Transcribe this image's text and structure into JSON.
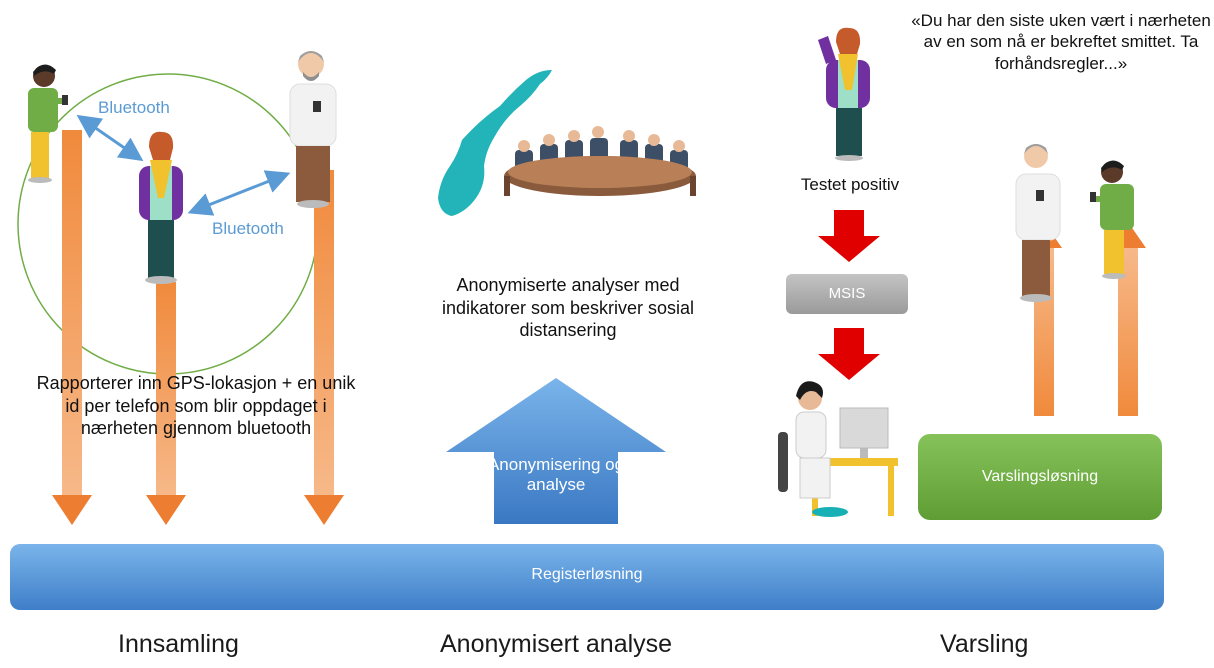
{
  "collection": {
    "bluetooth_label_top": "Bluetooth",
    "bluetooth_label_bottom": "Bluetooth",
    "description": "Rapporterer inn GPS-lokasjon + en unik id per telefon som blir oppdaget i nærheten gjennom bluetooth",
    "title": "Innsamling"
  },
  "analysis": {
    "description": "Anonymiserte analyser med indikatorer som beskriver sosial distansering",
    "arrow_label": "Anonymisering og analyse",
    "title": "Anonymisert analyse"
  },
  "notification": {
    "quote": "«Du har den siste uken vært i nærheten av en som nå er bekreftet smittet. Ta forhåndsregler...»",
    "tested_positive": "Testet positiv",
    "msis_label": "MSIS",
    "system_label": "Varslingsløsning",
    "title": "Varsling"
  },
  "register_bar_label": "Registerløsning",
  "colors": {
    "orange": "#ed7d31",
    "blue": "#4f8fd6",
    "green": "#6aaa3a",
    "red": "#e00000",
    "grey": "#a6a6a6"
  }
}
